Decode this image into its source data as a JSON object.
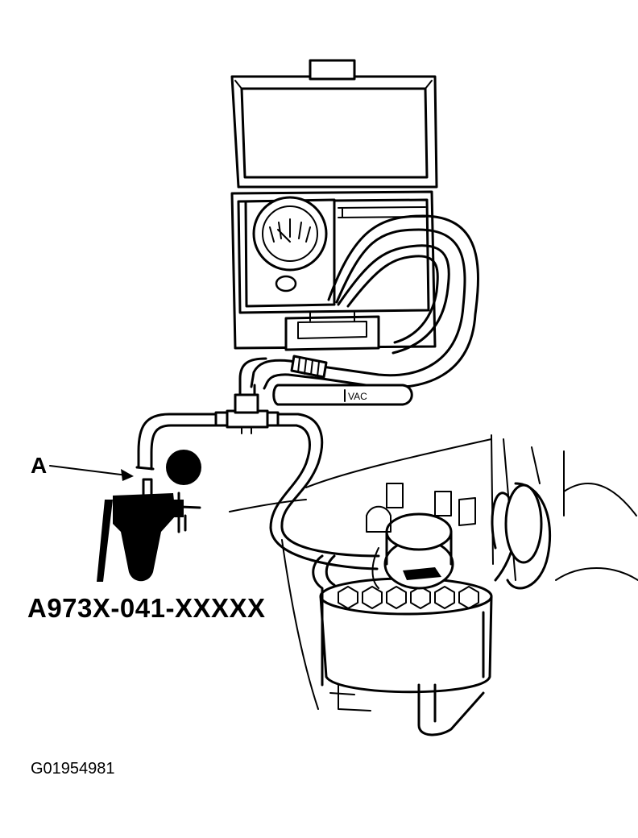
{
  "callout_label": "A",
  "tool_part_number": "A973X-041-XXXXX",
  "figure_code": "G01954981",
  "hose_marking": "VAC"
}
